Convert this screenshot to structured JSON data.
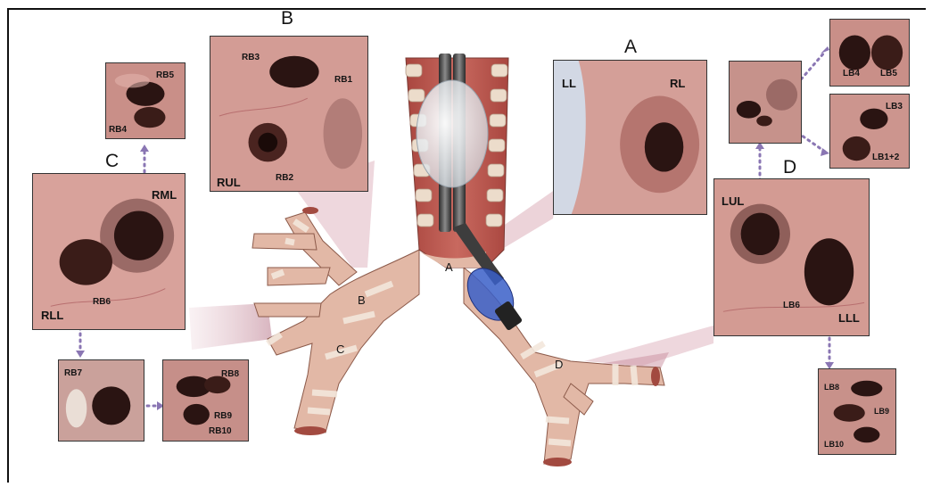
{
  "sections": {
    "a": "A",
    "b": "B",
    "c": "C",
    "d": "D"
  },
  "illustration_labels": {
    "a": "A",
    "b": "B",
    "c": "C",
    "d": "D"
  },
  "panels": {
    "rb5_rb4": {
      "labels": [
        "RB5",
        "RB4"
      ]
    },
    "b_main": {
      "labels": [
        "RB3",
        "RB1",
        "RB2",
        "RUL"
      ]
    },
    "c_main": {
      "labels": [
        "RML",
        "RLL",
        "RB6"
      ]
    },
    "rb7": {
      "labels": [
        "RB7"
      ]
    },
    "rb8_10": {
      "labels": [
        "RB8",
        "RB9",
        "RB10"
      ]
    },
    "a_main": {
      "labels": [
        "LL",
        "RL"
      ]
    },
    "lb_small": {
      "labels": []
    },
    "lb4_lb5": {
      "labels": [
        "LB4",
        "LB5"
      ]
    },
    "lb3_lb12": {
      "labels": [
        "LB3",
        "LB1+2"
      ]
    },
    "d_main": {
      "labels": [
        "LUL",
        "LB6",
        "LLL"
      ]
    },
    "lb8_10": {
      "labels": [
        "LB8",
        "LB9",
        "LB10"
      ]
    }
  },
  "colors": {
    "mucosa": "#c98f88",
    "mucosa_light": "#e2b2ab",
    "lumen": "#2a1412",
    "trachea_cartilage": "#e9d8c8",
    "trachea_muscle": "#b9564e",
    "cuff_blue": "#3a5fc8",
    "arrow": "#8a76b3",
    "callout_fill": "#d9a7b4"
  }
}
